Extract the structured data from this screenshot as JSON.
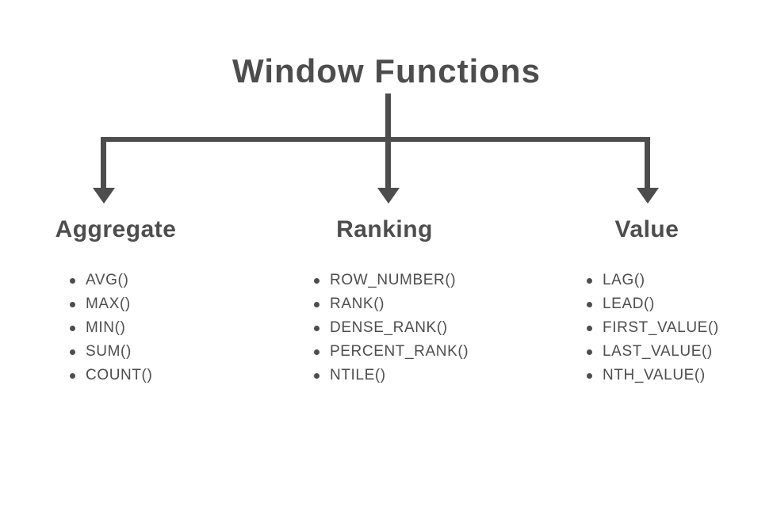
{
  "title": "Window Functions",
  "colors": {
    "text": "#4d4d4d",
    "line": "#4d4d4d",
    "background": "#ffffff"
  },
  "icons": {
    "arrow": "arrow-down",
    "bullet": "round-dot"
  },
  "columns": [
    {
      "id": "aggregate",
      "label": "Aggregate",
      "items": [
        "AVG()",
        "MAX()",
        "MIN()",
        "SUM()",
        "COUNT()"
      ]
    },
    {
      "id": "ranking",
      "label": "Ranking",
      "items": [
        "ROW_NUMBER()",
        "RANK()",
        "DENSE_RANK()",
        "PERCENT_RANK()",
        "NTILE()"
      ]
    },
    {
      "id": "value",
      "label": "Value",
      "items": [
        "LAG()",
        "LEAD()",
        "FIRST_VALUE()",
        "LAST_VALUE()",
        "NTH_VALUE()"
      ]
    }
  ]
}
